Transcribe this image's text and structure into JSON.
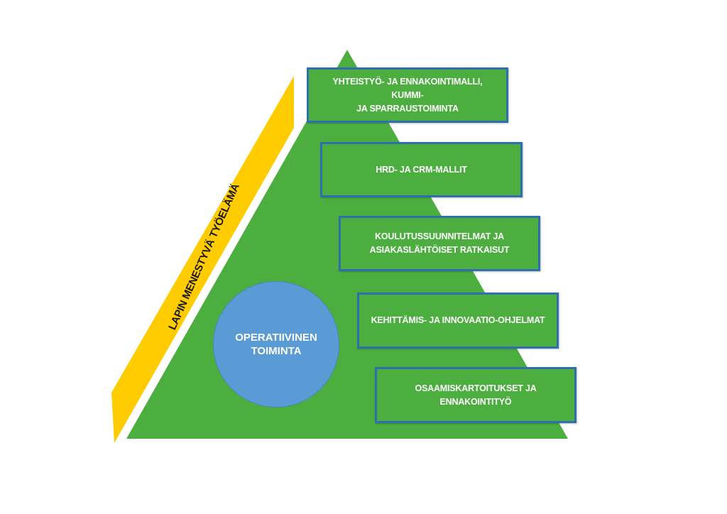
{
  "diagram": {
    "colors": {
      "pyramid": "#4cae3f",
      "band": "#ffcc00",
      "box_fill": "#4cae3f",
      "box_border": "#2f6fae",
      "circle": "#5b9bd5"
    },
    "band_label": "LAPIN MENESTYVÄ TYÖELÄMÄ",
    "circle_label": "OPERATIIVINEN\nTOIMINTA",
    "boxes": [
      {
        "label": "YHTEISTYÖ- JA ENNAKOINTIMALLI, KUMMI-\nJA SPARRAUSTOIMINTA"
      },
      {
        "label": "HRD- JA CRM-MALLIT"
      },
      {
        "label": "KOULUTUSSUUNNITELMAT JA\nASIAKASLÄHTÖISET RATKAISUT"
      },
      {
        "label": "KEHITTÄMIS- JA INNOVAATIO-OHJELMAT"
      },
      {
        "label": "OSAAMISKARTOITUKSET JA\nENNAKOINTITYÖ"
      }
    ]
  }
}
